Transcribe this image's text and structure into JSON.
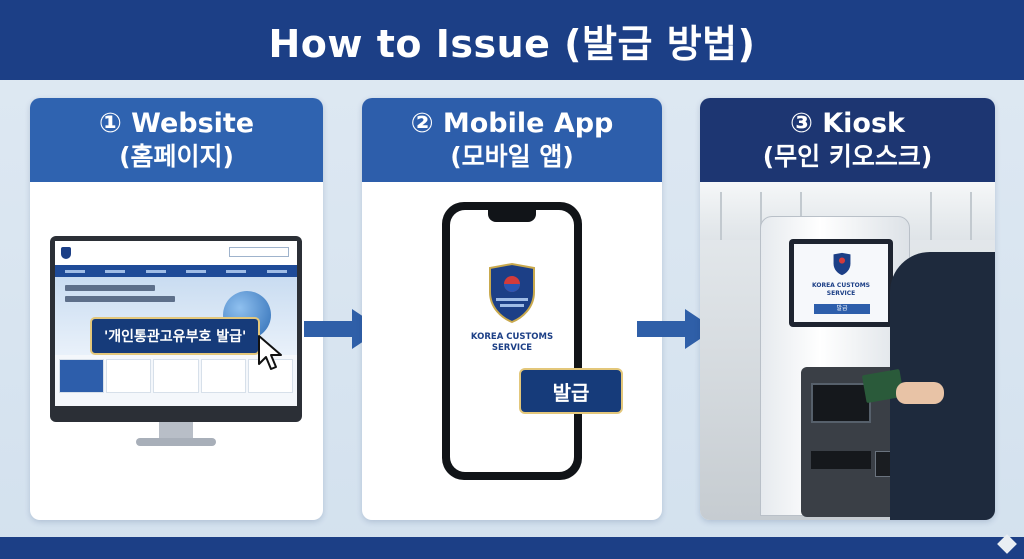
{
  "header": {
    "title": "How to Issue (발급 방법)"
  },
  "steps": [
    {
      "title": "① Website",
      "subtitle": "(홈페이지)",
      "callout": "'개인통관고유부호 발급'"
    },
    {
      "title": "② Mobile App",
      "subtitle": "(모바일 앱)",
      "callout": "발급",
      "app_name_line1": "KOREA CUSTOMS",
      "app_name_line2": "SERVICE"
    },
    {
      "title": "③ Kiosk",
      "subtitle": "(무인 키오스크)",
      "kiosk_screen_line1": "KOREA CUSTOMS",
      "kiosk_screen_line2": "SERVICE",
      "kiosk_button": "발급"
    }
  ],
  "colors": {
    "header_bg": "#1c3f86",
    "card_head_1": "#2f63b0",
    "card_head_2": "#2d5eab",
    "card_head_3": "#1d3672",
    "arrow": "#2f5fa8",
    "callout_border": "#e3c77b"
  },
  "icons": [
    "cursor-icon",
    "arrow-right-icon",
    "shield-logo-icon"
  ]
}
